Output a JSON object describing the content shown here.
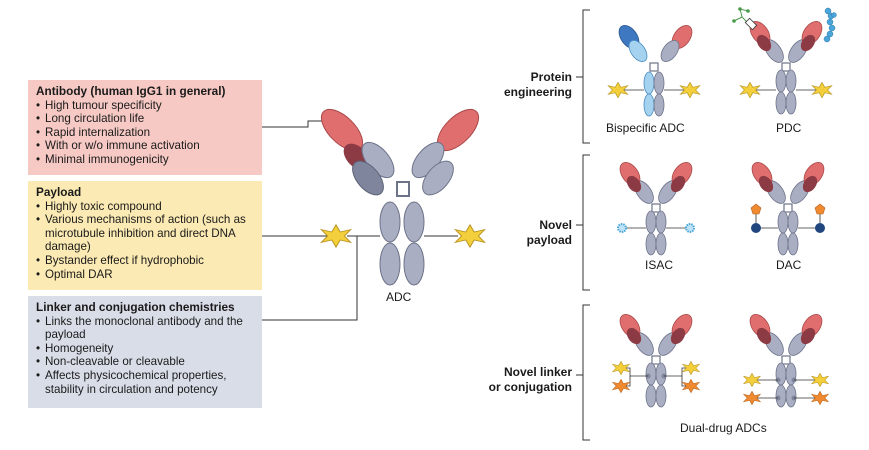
{
  "antibody_box": {
    "title": "Antibody (human IgG1 in general)",
    "items": [
      "High tumour specificity",
      "Long circulation life",
      "Rapid internalization",
      "With or w/o immune activation",
      "Minimal immunogenicity"
    ]
  },
  "payload_box": {
    "title": "Payload",
    "items": [
      "Highly toxic compound",
      "Various mechanisms of action (such as microtubule inhibition and direct DNA damage)",
      "Bystander effect if hydrophobic",
      "Optimal DAR"
    ]
  },
  "linker_box": {
    "title": "Linker and conjugation chemistries",
    "items": [
      "Links the monoclonal antibody and the payload",
      "Homogeneity",
      "Non-cleavable or cleavable",
      "Affects physicochemical properties, stability in circulation and potency"
    ]
  },
  "center_label": "ADC",
  "categories": {
    "protein": [
      "Protein",
      "engineering"
    ],
    "payload": [
      "Novel",
      "payload"
    ],
    "linker": [
      "Novel linker",
      "or conjugation"
    ]
  },
  "variants": {
    "bispecific": "Bispecific ADC",
    "pdc": "PDC",
    "isac": "ISAC",
    "dac": "DAC",
    "dual": "Dual-drug ADCs"
  },
  "colors": {
    "antibody_red": "#e06e6e",
    "antibody_grey": "#a9aec3",
    "antibody_dark": "#7f859c",
    "payload_yellow": "#f2cf3b",
    "payload_orange": "#f08a30",
    "isac_blue": "#4aa5d8",
    "dac_navy": "#21467f",
    "bispecific_blue": "#3d78c0"
  }
}
